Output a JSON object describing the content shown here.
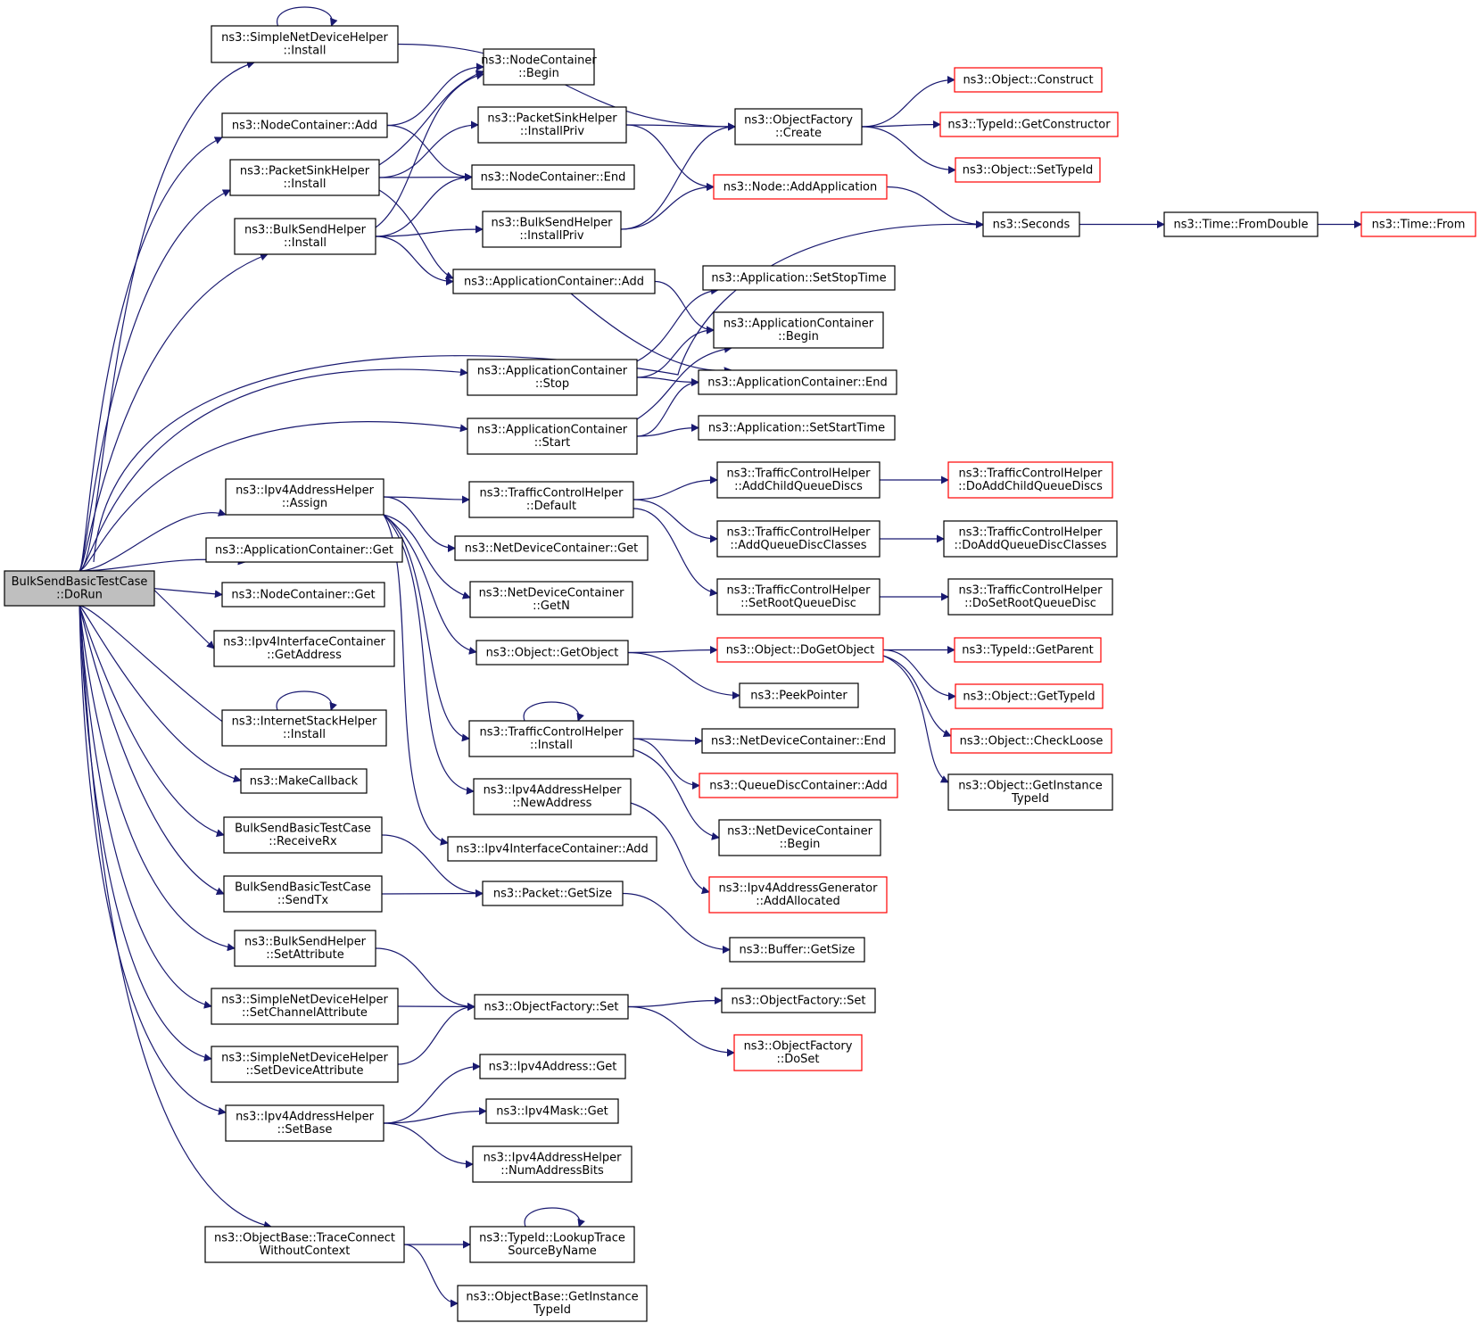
{
  "graph": {
    "colors": {
      "edge": "#191970",
      "node_border": "#000000",
      "node_border_external": "#ff0000",
      "node_fill": "#ffffff",
      "root_fill": "#bfbfbf"
    },
    "root": "root",
    "nodes": [
      {
        "id": "root",
        "lines": [
          "BulkSendBasicTestCase",
          "::DoRun"
        ],
        "kind": "root"
      },
      {
        "id": "sndh_install",
        "lines": [
          "ns3::SimpleNetDeviceHelper",
          "::Install"
        ],
        "kind": "normal"
      },
      {
        "id": "nc_add",
        "lines": [
          "ns3::NodeContainer::Add"
        ],
        "kind": "normal"
      },
      {
        "id": "psh_install",
        "lines": [
          "ns3::PacketSinkHelper",
          "::Install"
        ],
        "kind": "normal"
      },
      {
        "id": "bsh_install",
        "lines": [
          "ns3::BulkSendHelper",
          "::Install"
        ],
        "kind": "normal"
      },
      {
        "id": "nc_begin",
        "lines": [
          "ns3::NodeContainer",
          "::Begin"
        ],
        "kind": "normal"
      },
      {
        "id": "psh_installpriv",
        "lines": [
          "ns3::PacketSinkHelper",
          "::InstallPriv"
        ],
        "kind": "normal"
      },
      {
        "id": "nc_end",
        "lines": [
          "ns3::NodeContainer::End"
        ],
        "kind": "normal"
      },
      {
        "id": "bsh_installpriv",
        "lines": [
          "ns3::BulkSendHelper",
          "::InstallPriv"
        ],
        "kind": "normal"
      },
      {
        "id": "ac_add",
        "lines": [
          "ns3::ApplicationContainer::Add"
        ],
        "kind": "normal"
      },
      {
        "id": "of_create",
        "lines": [
          "ns3::ObjectFactory",
          "::Create"
        ],
        "kind": "normal"
      },
      {
        "id": "node_addapp",
        "lines": [
          "ns3::Node::AddApplication"
        ],
        "kind": "external"
      },
      {
        "id": "obj_construct",
        "lines": [
          "ns3::Object::Construct"
        ],
        "kind": "external"
      },
      {
        "id": "tid_getctor",
        "lines": [
          "ns3::TypeId::GetConstructor"
        ],
        "kind": "external"
      },
      {
        "id": "obj_settypeid",
        "lines": [
          "ns3::Object::SetTypeId"
        ],
        "kind": "external"
      },
      {
        "id": "seconds",
        "lines": [
          "ns3::Seconds"
        ],
        "kind": "normal"
      },
      {
        "id": "time_fromdouble",
        "lines": [
          "ns3::Time::FromDouble"
        ],
        "kind": "normal"
      },
      {
        "id": "time_from",
        "lines": [
          "ns3::Time::From"
        ],
        "kind": "external"
      },
      {
        "id": "app_setstop",
        "lines": [
          "ns3::Application::SetStopTime"
        ],
        "kind": "normal"
      },
      {
        "id": "ac_begin",
        "lines": [
          "ns3::ApplicationContainer",
          "::Begin"
        ],
        "kind": "normal"
      },
      {
        "id": "ac_stop",
        "lines": [
          "ns3::ApplicationContainer",
          "::Stop"
        ],
        "kind": "normal"
      },
      {
        "id": "ac_end",
        "lines": [
          "ns3::ApplicationContainer::End"
        ],
        "kind": "normal"
      },
      {
        "id": "ac_start",
        "lines": [
          "ns3::ApplicationContainer",
          "::Start"
        ],
        "kind": "normal"
      },
      {
        "id": "app_setstart",
        "lines": [
          "ns3::Application::SetStartTime"
        ],
        "kind": "normal"
      },
      {
        "id": "iah_assign",
        "lines": [
          "ns3::Ipv4AddressHelper",
          "::Assign"
        ],
        "kind": "normal"
      },
      {
        "id": "tch_default",
        "lines": [
          "ns3::TrafficControlHelper",
          "::Default"
        ],
        "kind": "normal"
      },
      {
        "id": "tch_addchild",
        "lines": [
          "ns3::TrafficControlHelper",
          "::AddChildQueueDiscs"
        ],
        "kind": "normal"
      },
      {
        "id": "tch_doaddchild",
        "lines": [
          "ns3::TrafficControlHelper",
          "::DoAddChildQueueDiscs"
        ],
        "kind": "external"
      },
      {
        "id": "tch_addqdclasses",
        "lines": [
          "ns3::TrafficControlHelper",
          "::AddQueueDiscClasses"
        ],
        "kind": "normal"
      },
      {
        "id": "tch_doaddqdclasses",
        "lines": [
          "ns3::TrafficControlHelper",
          "::DoAddQueueDiscClasses"
        ],
        "kind": "normal"
      },
      {
        "id": "tch_setroot",
        "lines": [
          "ns3::TrafficControlHelper",
          "::SetRootQueueDisc"
        ],
        "kind": "normal"
      },
      {
        "id": "tch_dosetroot",
        "lines": [
          "ns3::TrafficControlHelper",
          "::DoSetRootQueueDisc"
        ],
        "kind": "normal"
      },
      {
        "id": "ac_get",
        "lines": [
          "ns3::ApplicationContainer::Get"
        ],
        "kind": "normal"
      },
      {
        "id": "ndc_get",
        "lines": [
          "ns3::NetDeviceContainer::Get"
        ],
        "kind": "normal"
      },
      {
        "id": "nc_get",
        "lines": [
          "ns3::NodeContainer::Get"
        ],
        "kind": "normal"
      },
      {
        "id": "ndc_getn",
        "lines": [
          "ns3::NetDeviceContainer",
          "::GetN"
        ],
        "kind": "normal"
      },
      {
        "id": "iic_getaddress",
        "lines": [
          "ns3::Ipv4InterfaceContainer",
          "::GetAddress"
        ],
        "kind": "normal"
      },
      {
        "id": "obj_getobject",
        "lines": [
          "ns3::Object::GetObject"
        ],
        "kind": "normal"
      },
      {
        "id": "obj_dogetobject",
        "lines": [
          "ns3::Object::DoGetObject"
        ],
        "kind": "external"
      },
      {
        "id": "tid_getparent",
        "lines": [
          "ns3::TypeId::GetParent"
        ],
        "kind": "external"
      },
      {
        "id": "peekpointer",
        "lines": [
          "ns3::PeekPointer"
        ],
        "kind": "normal"
      },
      {
        "id": "obj_gettypeid",
        "lines": [
          "ns3::Object::GetTypeId"
        ],
        "kind": "external"
      },
      {
        "id": "ish_install",
        "lines": [
          "ns3::InternetStackHelper",
          "::Install"
        ],
        "kind": "normal"
      },
      {
        "id": "tch_install",
        "lines": [
          "ns3::TrafficControlHelper",
          "::Install"
        ],
        "kind": "normal"
      },
      {
        "id": "ndc_end",
        "lines": [
          "ns3::NetDeviceContainer::End"
        ],
        "kind": "normal"
      },
      {
        "id": "obj_checkloose",
        "lines": [
          "ns3::Object::CheckLoose"
        ],
        "kind": "external"
      },
      {
        "id": "makecallback",
        "lines": [
          "ns3::MakeCallback"
        ],
        "kind": "normal"
      },
      {
        "id": "qdc_add",
        "lines": [
          "ns3::QueueDiscContainer::Add"
        ],
        "kind": "external"
      },
      {
        "id": "obj_getinstancetypeid",
        "lines": [
          "ns3::Object::GetInstance",
          "TypeId"
        ],
        "kind": "normal"
      },
      {
        "id": "iah_newaddress",
        "lines": [
          "ns3::Ipv4AddressHelper",
          "::NewAddress"
        ],
        "kind": "normal"
      },
      {
        "id": "bsbtc_receiverx",
        "lines": [
          "BulkSendBasicTestCase",
          "::ReceiveRx"
        ],
        "kind": "normal"
      },
      {
        "id": "ndc_begin",
        "lines": [
          "ns3::NetDeviceContainer",
          "::Begin"
        ],
        "kind": "normal"
      },
      {
        "id": "iic_add",
        "lines": [
          "ns3::Ipv4InterfaceContainer::Add"
        ],
        "kind": "normal"
      },
      {
        "id": "bsbtc_sendtx",
        "lines": [
          "BulkSendBasicTestCase",
          "::SendTx"
        ],
        "kind": "normal"
      },
      {
        "id": "packet_getsize",
        "lines": [
          "ns3::Packet::GetSize"
        ],
        "kind": "normal"
      },
      {
        "id": "iag_addallocated",
        "lines": [
          "ns3::Ipv4AddressGenerator",
          "::AddAllocated"
        ],
        "kind": "external"
      },
      {
        "id": "buffer_getsize",
        "lines": [
          "ns3::Buffer::GetSize"
        ],
        "kind": "normal"
      },
      {
        "id": "bsh_setattribute",
        "lines": [
          "ns3::BulkSendHelper",
          "::SetAttribute"
        ],
        "kind": "normal"
      },
      {
        "id": "of_set_top",
        "lines": [
          "ns3::ObjectFactory::Set"
        ],
        "kind": "normal"
      },
      {
        "id": "sndh_setchannelattr",
        "lines": [
          "ns3::SimpleNetDeviceHelper",
          "::SetChannelAttribute"
        ],
        "kind": "normal"
      },
      {
        "id": "of_set",
        "lines": [
          "ns3::ObjectFactory::Set"
        ],
        "kind": "normal"
      },
      {
        "id": "of_doset",
        "lines": [
          "ns3::ObjectFactory",
          "::DoSet"
        ],
        "kind": "external"
      },
      {
        "id": "sndh_setdeviceattr",
        "lines": [
          "ns3::SimpleNetDeviceHelper",
          "::SetDeviceAttribute"
        ],
        "kind": "normal"
      },
      {
        "id": "ipv4addr_get",
        "lines": [
          "ns3::Ipv4Address::Get"
        ],
        "kind": "normal"
      },
      {
        "id": "iah_setbase",
        "lines": [
          "ns3::Ipv4AddressHelper",
          "::SetBase"
        ],
        "kind": "normal"
      },
      {
        "id": "ipv4mask_get",
        "lines": [
          "ns3::Ipv4Mask::Get"
        ],
        "kind": "normal"
      },
      {
        "id": "iah_numaddressbits",
        "lines": [
          "ns3::Ipv4AddressHelper",
          "::NumAddressBits"
        ],
        "kind": "normal"
      },
      {
        "id": "ob_traceconnect",
        "lines": [
          "ns3::ObjectBase::TraceConnect",
          "WithoutContext"
        ],
        "kind": "normal"
      },
      {
        "id": "tid_lookuptrace",
        "lines": [
          "ns3::TypeId::LookupTrace",
          "SourceByName"
        ],
        "kind": "normal"
      },
      {
        "id": "ob_getinstancetypeid",
        "lines": [
          "ns3::ObjectBase::GetInstance",
          "TypeId"
        ],
        "kind": "normal"
      }
    ],
    "edges": [
      [
        "root",
        "sndh_install"
      ],
      [
        "root",
        "nc_add"
      ],
      [
        "root",
        "psh_install"
      ],
      [
        "root",
        "bsh_install"
      ],
      [
        "root",
        "seconds"
      ],
      [
        "root",
        "ac_stop"
      ],
      [
        "root",
        "ac_start"
      ],
      [
        "root",
        "iah_assign"
      ],
      [
        "root",
        "ac_get"
      ],
      [
        "root",
        "nc_get"
      ],
      [
        "root",
        "iic_getaddress"
      ],
      [
        "root",
        "ish_install"
      ],
      [
        "root",
        "makecallback"
      ],
      [
        "root",
        "bsbtc_receiverx"
      ],
      [
        "root",
        "bsbtc_sendtx"
      ],
      [
        "root",
        "bsh_setattribute"
      ],
      [
        "root",
        "sndh_setchannelattr"
      ],
      [
        "root",
        "sndh_setdeviceattr"
      ],
      [
        "root",
        "iah_setbase"
      ],
      [
        "root",
        "ob_traceconnect"
      ],
      [
        "sndh_install",
        "sndh_install"
      ],
      [
        "sndh_install",
        "of_create"
      ],
      [
        "nc_add",
        "nc_begin"
      ],
      [
        "nc_add",
        "nc_end"
      ],
      [
        "psh_install",
        "nc_begin"
      ],
      [
        "psh_install",
        "psh_installpriv"
      ],
      [
        "psh_install",
        "nc_end"
      ],
      [
        "psh_install",
        "ac_add"
      ],
      [
        "bsh_install",
        "nc_begin"
      ],
      [
        "bsh_install",
        "nc_end"
      ],
      [
        "bsh_install",
        "bsh_installpriv"
      ],
      [
        "bsh_install",
        "ac_add"
      ],
      [
        "psh_installpriv",
        "of_create"
      ],
      [
        "psh_installpriv",
        "node_addapp"
      ],
      [
        "bsh_installpriv",
        "of_create"
      ],
      [
        "bsh_installpriv",
        "node_addapp"
      ],
      [
        "of_create",
        "obj_construct"
      ],
      [
        "of_create",
        "tid_getctor"
      ],
      [
        "of_create",
        "obj_settypeid"
      ],
      [
        "node_addapp",
        "seconds"
      ],
      [
        "seconds",
        "time_fromdouble"
      ],
      [
        "time_fromdouble",
        "time_from"
      ],
      [
        "ac_add",
        "ac_begin"
      ],
      [
        "ac_add",
        "ac_end"
      ],
      [
        "ac_stop",
        "app_setstop"
      ],
      [
        "ac_stop",
        "ac_begin"
      ],
      [
        "ac_stop",
        "ac_end"
      ],
      [
        "ac_start",
        "ac_begin"
      ],
      [
        "ac_start",
        "ac_end"
      ],
      [
        "ac_start",
        "app_setstart"
      ],
      [
        "iah_assign",
        "tch_default"
      ],
      [
        "iah_assign",
        "ndc_get"
      ],
      [
        "iah_assign",
        "ndc_getn"
      ],
      [
        "iah_assign",
        "obj_getobject"
      ],
      [
        "iah_assign",
        "tch_install"
      ],
      [
        "iah_assign",
        "iah_newaddress"
      ],
      [
        "iah_assign",
        "iic_add"
      ],
      [
        "tch_default",
        "tch_addchild"
      ],
      [
        "tch_default",
        "tch_addqdclasses"
      ],
      [
        "tch_default",
        "tch_setroot"
      ],
      [
        "tch_addchild",
        "tch_doaddchild"
      ],
      [
        "tch_addqdclasses",
        "tch_doaddqdclasses"
      ],
      [
        "tch_setroot",
        "tch_dosetroot"
      ],
      [
        "obj_getobject",
        "obj_dogetobject"
      ],
      [
        "obj_getobject",
        "peekpointer"
      ],
      [
        "obj_dogetobject",
        "tid_getparent"
      ],
      [
        "obj_dogetobject",
        "obj_gettypeid"
      ],
      [
        "obj_dogetobject",
        "obj_checkloose"
      ],
      [
        "obj_dogetobject",
        "obj_getinstancetypeid"
      ],
      [
        "ish_install",
        "ish_install"
      ],
      [
        "tch_install",
        "tch_install"
      ],
      [
        "tch_install",
        "ndc_end"
      ],
      [
        "tch_install",
        "qdc_add"
      ],
      [
        "tch_install",
        "ndc_begin"
      ],
      [
        "iah_newaddress",
        "iag_addallocated"
      ],
      [
        "bsbtc_receiverx",
        "packet_getsize"
      ],
      [
        "bsbtc_sendtx",
        "packet_getsize"
      ],
      [
        "packet_getsize",
        "buffer_getsize"
      ],
      [
        "bsh_setattribute",
        "of_set"
      ],
      [
        "sndh_setchannelattr",
        "of_set"
      ],
      [
        "sndh_setdeviceattr",
        "of_set"
      ],
      [
        "of_set",
        "of_set_top"
      ],
      [
        "of_set",
        "of_doset"
      ],
      [
        "iah_setbase",
        "ipv4addr_get"
      ],
      [
        "iah_setbase",
        "ipv4mask_get"
      ],
      [
        "iah_setbase",
        "iah_numaddressbits"
      ],
      [
        "ob_traceconnect",
        "tid_lookuptrace"
      ],
      [
        "ob_traceconnect",
        "ob_getinstancetypeid"
      ],
      [
        "tid_lookuptrace",
        "tid_lookuptrace"
      ]
    ]
  }
}
